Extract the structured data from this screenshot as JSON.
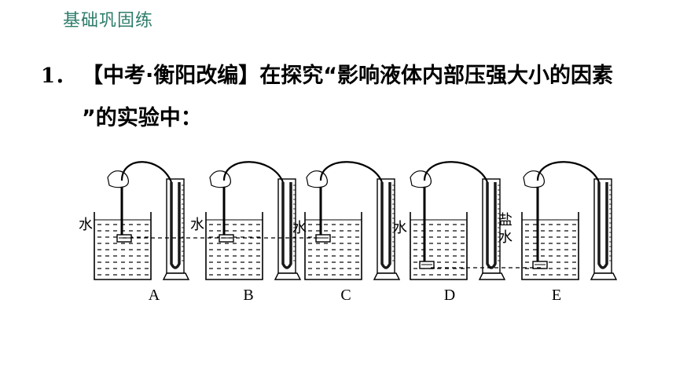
{
  "section": {
    "title": "基础巩固练"
  },
  "question": {
    "number": "1．",
    "line1": "【中考·衡阳改编】在探究“影响液体内部压强大小的因素",
    "line2": "”的实验中："
  },
  "figure": {
    "panels": [
      {
        "label": "A",
        "liquid_label": "水"
      },
      {
        "label": "B",
        "liquid_label": "水"
      },
      {
        "label": "C",
        "liquid_label": "水"
      },
      {
        "label": "D",
        "liquid_label": "水"
      },
      {
        "label": "E",
        "liquid_label": "盐水"
      }
    ],
    "colors": {
      "line": "#000000",
      "tube_fill": "#1a1a1a"
    }
  }
}
